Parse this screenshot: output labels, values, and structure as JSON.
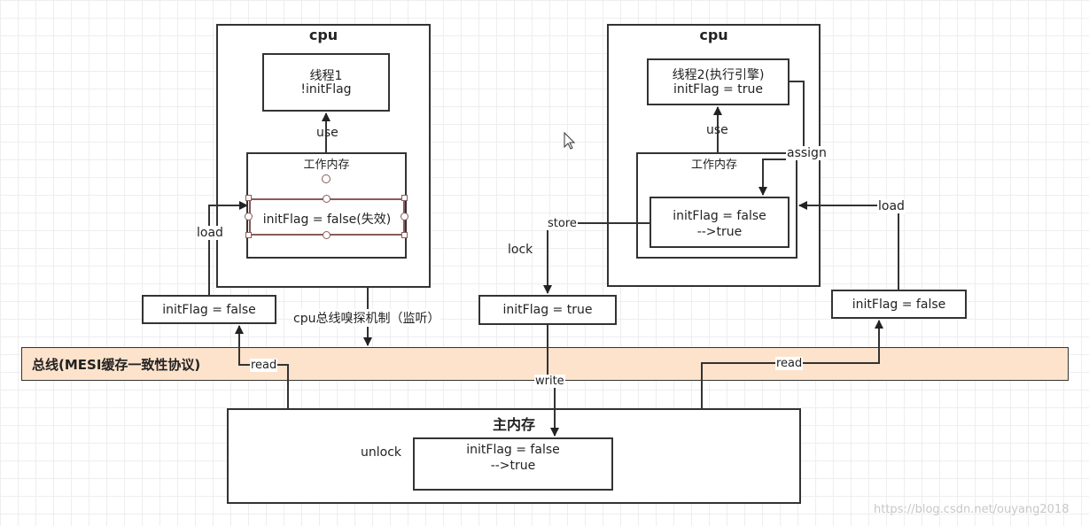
{
  "cpu_left": {
    "title": "cpu",
    "thread": {
      "line1": "线程1",
      "line2": "!initFlag"
    },
    "use_label": "use",
    "work_memory": {
      "title": "工作内存",
      "value": "initFlag = false(失效)"
    }
  },
  "cpu_right": {
    "title": "cpu",
    "thread": {
      "line1": "线程2(执行引擎)",
      "line2": "initFlag = true"
    },
    "use_label": "use",
    "assign_label": "assign",
    "work_memory": {
      "title": "工作内存",
      "value_line1": "initFlag = false",
      "value_line2": "-->true"
    }
  },
  "labels": {
    "load_left": "load",
    "load_right": "load",
    "store": "store",
    "lock": "lock",
    "unlock": "unlock",
    "read_left": "read",
    "read_right": "read",
    "write": "write",
    "sniff": "cpu总线嗅探机制（监听）"
  },
  "transfer_boxes": {
    "left": "initFlag = false",
    "middle": "initFlag = true",
    "right": "initFlag = false"
  },
  "bus": {
    "label": "总线(MESI缓存一致性协议)",
    "color": "#fde3cc"
  },
  "main_memory": {
    "title": "主内存",
    "value_line1": "initFlag = false",
    "value_line2": "-->true"
  },
  "watermark": "https://blog.csdn.net/ouyang2018",
  "icons": {
    "cursor": "mouse-cursor-icon"
  }
}
